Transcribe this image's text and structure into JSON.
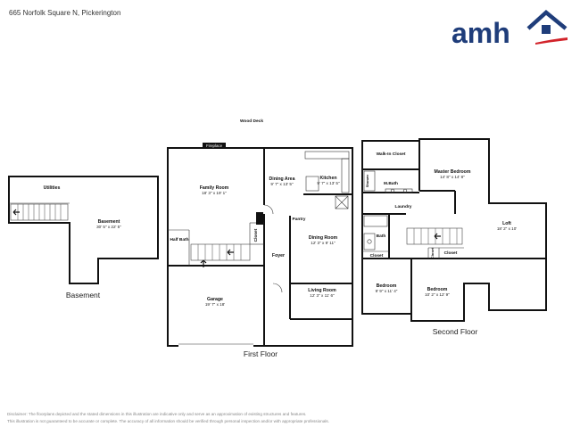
{
  "address": "665 Norfolk Square N, Pickerington",
  "brand": {
    "name": "amh",
    "color": "#1f3d7a",
    "accent": "#d2232a"
  },
  "exterior": {
    "wood_deck": "Wood Deck",
    "fireplace": "Fireplace"
  },
  "rooms": {
    "utilities": {
      "name": "Utilities"
    },
    "basement": {
      "name": "Basement",
      "dim": "30' 5\" x 22' 5\""
    },
    "family_room": {
      "name": "Family Room",
      "dim": "18' 3\" x 19' 1\""
    },
    "dining_area": {
      "name": "Dining Area",
      "dim": "9' 7\" x 13' 5\""
    },
    "kitchen": {
      "name": "Kitchen",
      "dim": "9' 7\" x 13' 5\""
    },
    "pantry": {
      "name": "Pantry"
    },
    "half_bath": {
      "name": "Half Bath"
    },
    "closet_first": {
      "name": "Closet"
    },
    "foyer": {
      "name": "Foyer"
    },
    "dining_room": {
      "name": "Dining Room",
      "dim": "12' 3\" x 9' 11\""
    },
    "garage": {
      "name": "Garage",
      "dim": "19' 7\" x 18'"
    },
    "living_room": {
      "name": "Living Room",
      "dim": "12' 3\" x 11' 6\""
    },
    "walk_in_closet": {
      "name": "Walk-In Closet"
    },
    "master_bedroom": {
      "name": "Master Bedroom",
      "dim": "14' 8\" x 14' 8\""
    },
    "shower": {
      "name": "Shower"
    },
    "m_bath": {
      "name": "M.Bath"
    },
    "laundry": {
      "name": "Laundry"
    },
    "bath": {
      "name": "Bath"
    },
    "loft": {
      "name": "Loft",
      "dim": "18' 2\" x 10'"
    },
    "closet_a": {
      "name": "Closet"
    },
    "closet_b": {
      "name": "Closet"
    },
    "closet_c": {
      "name": "Closet"
    },
    "bedroom_1": {
      "name": "Bedroom",
      "dim": "9' 9\" x 11' 4\""
    },
    "bedroom_2": {
      "name": "Bedroom",
      "dim": "10' 2\" x 12' 9\""
    }
  },
  "floors": {
    "basement": "Basement",
    "first": "First Floor",
    "second": "Second Floor"
  },
  "disclaimer": {
    "line1": "Disclaimer: The floorplans depicted and the stated dimensions in this illustration are indicative only and serve as an approximation of existing structures and features.",
    "line2": "This illustration is not guaranteed to be accurate or complete. The accuracy of all information should be verified through personal inspection and/or with appropriate professionals."
  }
}
